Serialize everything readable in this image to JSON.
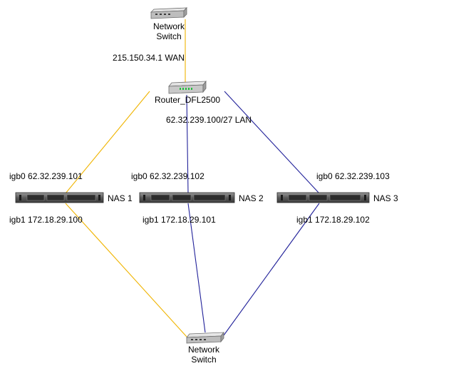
{
  "colors": {
    "wan_link": "#f0b400",
    "lan_link": "#22229a",
    "background": "#ffffff",
    "label_text": "#000000"
  },
  "nodes": {
    "top_switch": {
      "icon": "network-switch-icon",
      "label_line1": "Network",
      "label_line2": "Switch"
    },
    "router": {
      "icon": "router-icon",
      "label": "Router_DFL2500"
    },
    "nas1": {
      "icon": "rack-server-icon",
      "label": "NAS 1",
      "igb0": "igb0 62.32.239.101",
      "igb1": "igb1 172.18.29.100"
    },
    "nas2": {
      "icon": "rack-server-icon",
      "label": "NAS 2",
      "igb0": "igb0 62.32.239.102",
      "igb1": "igb1 172.18.29.101"
    },
    "nas3": {
      "icon": "rack-server-icon",
      "label": "NAS 3",
      "igb0": "igb0 62.32.239.103",
      "igb1": "igb1 172.18.29.102"
    },
    "bottom_switch": {
      "icon": "network-switch-icon",
      "label_line1": "Network",
      "label_line2": "Switch"
    }
  },
  "links": {
    "wan_label": "215.150.34.1 WAN",
    "lan_label": "62.32.239.100/27 LAN"
  }
}
